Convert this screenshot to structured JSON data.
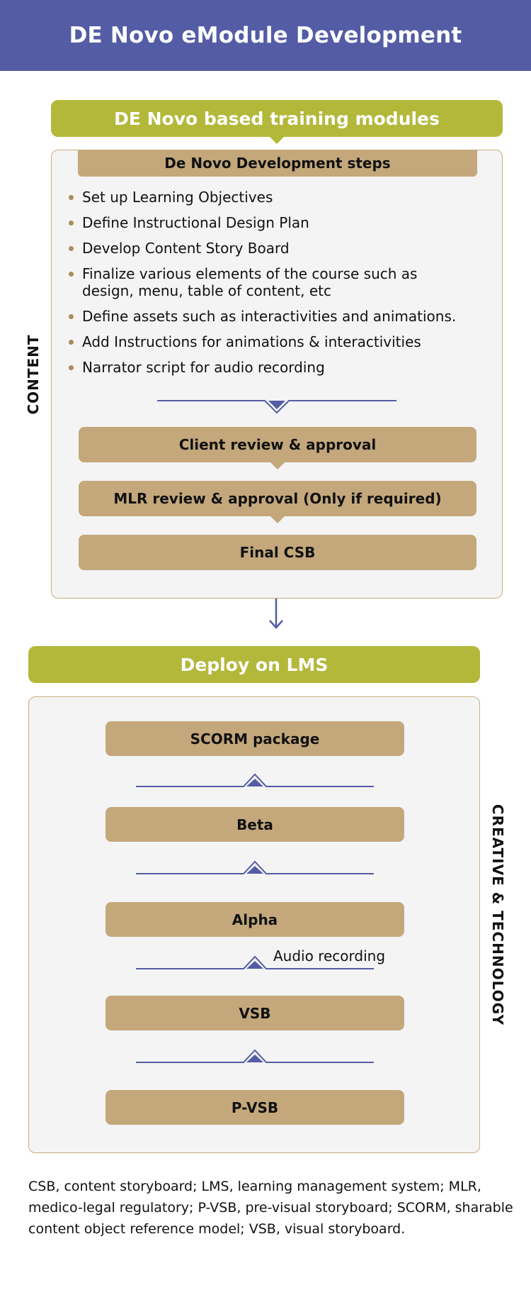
{
  "title": "DE Novo eModule Development",
  "top_section": {
    "banner": "DE Novo  based training modules",
    "steps_header": "De Novo Development steps",
    "steps": [
      "Set up Learning Objectives",
      "Define Instructional Design Plan",
      "Develop Content Story Board",
      "Finalize various elements of the course such as design, menu, table of content, etc",
      "Define assets such as interactivities and animations.",
      "Add Instructions for animations & interactivities",
      "Narrator script for audio recording"
    ],
    "reviews": [
      "Client review & approval",
      "MLR review & approval (Only if required)",
      "Final CSB"
    ],
    "side_label": "CONTENT"
  },
  "bottom_section": {
    "banner": "Deploy on LMS",
    "stages": [
      "SCORM package",
      "Beta",
      "Alpha",
      "VSB",
      "P-VSB"
    ],
    "audio_note": "Audio recording",
    "side_label": "CREATIVE & TECHNOLOGY"
  },
  "footnote": "CSB, content storyboard; LMS, learning management system; MLR, medico-legal regulatory; P-VSB, pre-visual storyboard; SCORM, sharable content object reference model; VSB, visual storyboard.",
  "colors": {
    "header": "#535ca4",
    "green": "#b3b83a",
    "tan": "#c4a87c",
    "connector": "#535ca4",
    "panel": "#f4f4f4",
    "panel_border": "#c9ab7f"
  }
}
